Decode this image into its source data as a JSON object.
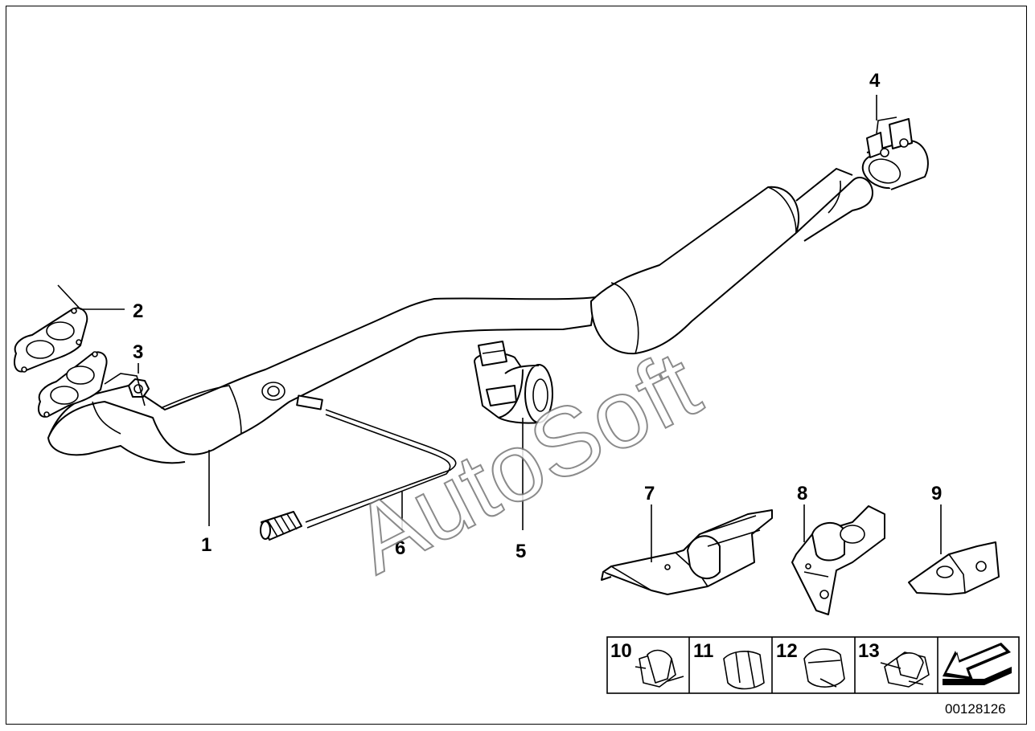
{
  "diagram": {
    "labels": [
      "1",
      "2",
      "3",
      "4",
      "5",
      "6",
      "7",
      "8",
      "9"
    ],
    "small_parts": [
      "10",
      "11",
      "12",
      "13"
    ],
    "watermark": "AutoSoft",
    "doc_id": "00128126",
    "arrow_icon": "arrow-icon"
  }
}
